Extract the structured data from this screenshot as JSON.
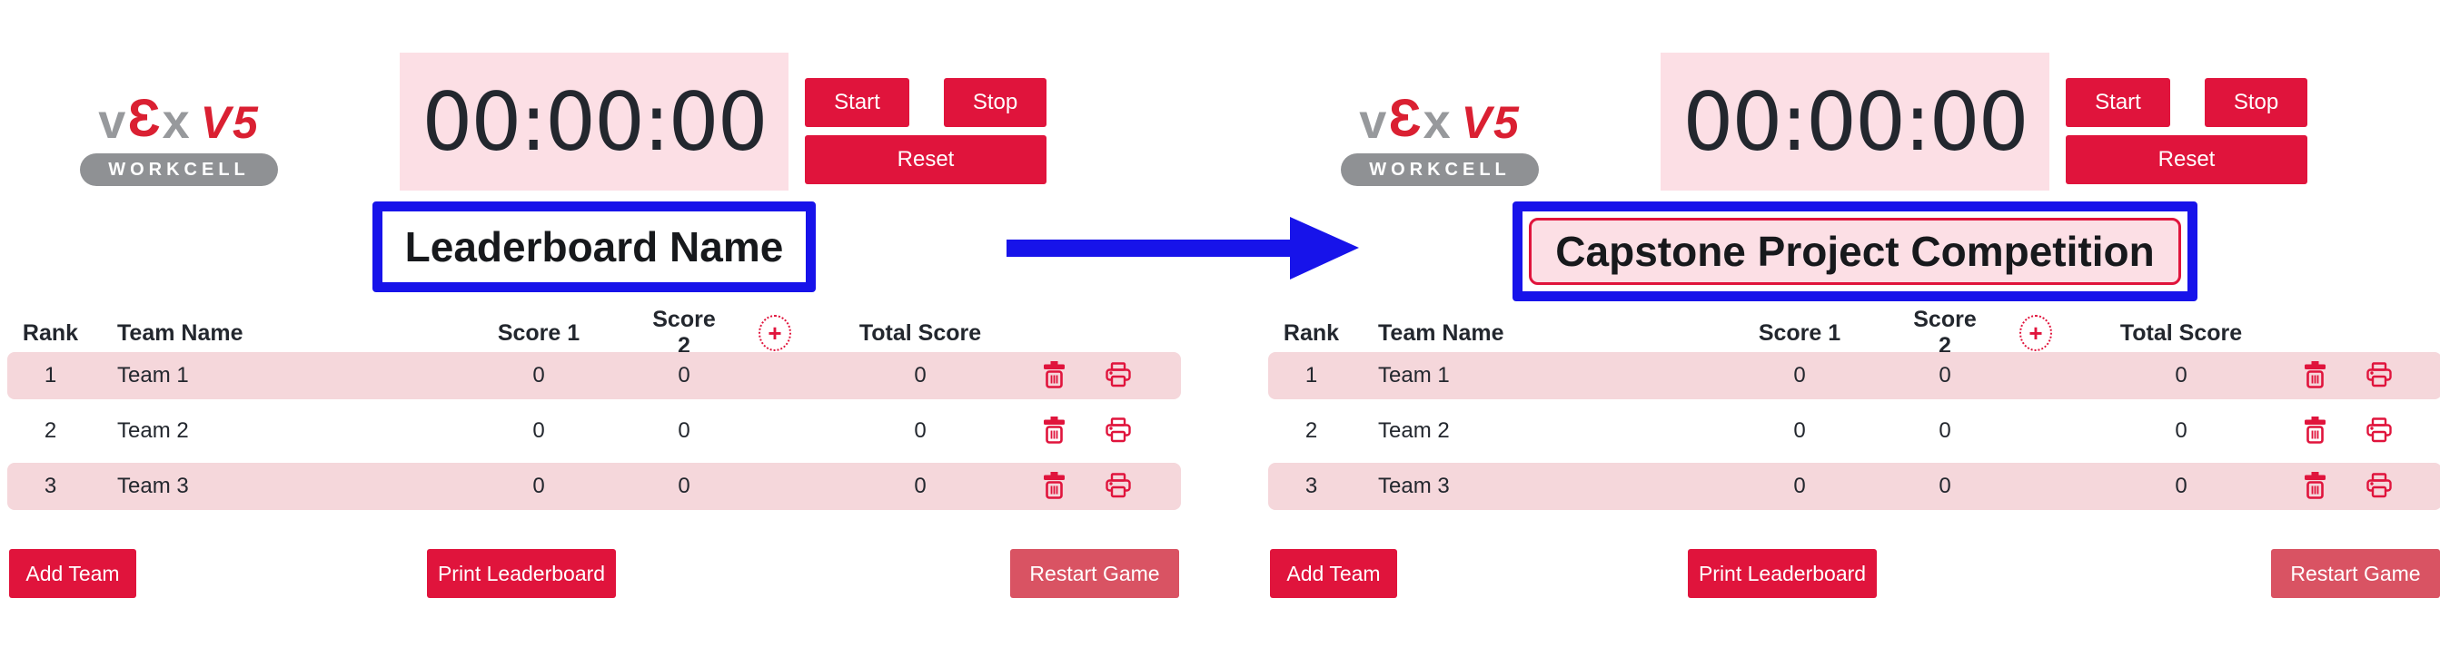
{
  "colors": {
    "accent_red": "#e0143c",
    "soft_red": "#d95363",
    "row_pink": "#f5d7db",
    "timer_pink": "#fcdfe5",
    "annotation_blue": "#1713ea",
    "logo_gray": "#97999c",
    "text_dark": "#23272e"
  },
  "annotation": {
    "arrow_direction": "right",
    "arrow_color": "#1713ea"
  },
  "icons": {
    "delete": "trash-icon",
    "print": "printer-icon",
    "add_column": "plus-circle-dotted-icon"
  },
  "panels": [
    {
      "logo": {
        "v": "v",
        "e": "Ɛ",
        "x": "x",
        "v5": "V5",
        "sub": "WORKCELL"
      },
      "timer": {
        "value": "00:00:00"
      },
      "controls": {
        "start": "Start",
        "stop": "Stop",
        "reset": "Reset"
      },
      "title": {
        "value": "Leaderboard Name",
        "state": "default"
      },
      "table": {
        "headers": {
          "rank": "Rank",
          "team": "Team Name",
          "score1": "Score 1",
          "score2": "Score 2",
          "total": "Total Score"
        },
        "add_column_glyph": "+",
        "rows": [
          {
            "rank": "1",
            "team": "Team 1",
            "score1": "0",
            "score2": "0",
            "total": "0"
          },
          {
            "rank": "2",
            "team": "Team 2",
            "score1": "0",
            "score2": "0",
            "total": "0"
          },
          {
            "rank": "3",
            "team": "Team 3",
            "score1": "0",
            "score2": "0",
            "total": "0"
          }
        ]
      },
      "footer": {
        "add_team": "Add Team",
        "print_leaderboard": "Print Leaderboard",
        "restart_game": "Restart Game"
      }
    },
    {
      "logo": {
        "v": "v",
        "e": "Ɛ",
        "x": "x",
        "v5": "V5",
        "sub": "WORKCELL"
      },
      "timer": {
        "value": "00:00:00"
      },
      "controls": {
        "start": "Start",
        "stop": "Stop",
        "reset": "Reset"
      },
      "title": {
        "value": "Capstone Project Competition",
        "state": "focused"
      },
      "table": {
        "headers": {
          "rank": "Rank",
          "team": "Team Name",
          "score1": "Score 1",
          "score2": "Score 2",
          "total": "Total Score"
        },
        "add_column_glyph": "+",
        "rows": [
          {
            "rank": "1",
            "team": "Team 1",
            "score1": "0",
            "score2": "0",
            "total": "0"
          },
          {
            "rank": "2",
            "team": "Team 2",
            "score1": "0",
            "score2": "0",
            "total": "0"
          },
          {
            "rank": "3",
            "team": "Team 3",
            "score1": "0",
            "score2": "0",
            "total": "0"
          }
        ]
      },
      "footer": {
        "add_team": "Add Team",
        "print_leaderboard": "Print Leaderboard",
        "restart_game": "Restart Game"
      }
    }
  ]
}
